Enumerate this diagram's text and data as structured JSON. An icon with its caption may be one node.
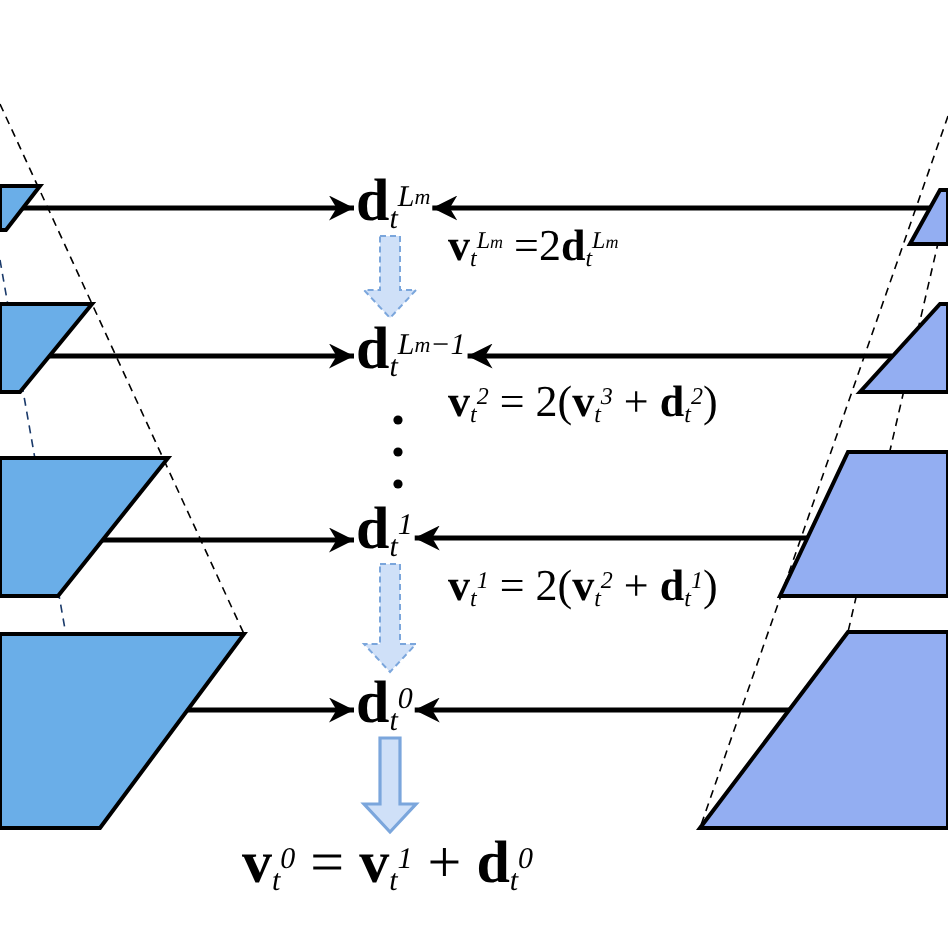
{
  "diagram": {
    "nodes": [
      {
        "text": [],
        "shape": "parallelogram"
      },
      {
        "text": [],
        "shape": "parallelogram"
      },
      {
        "text": [],
        "shape": "parallelogram"
      },
      {
        "text": [],
        "shape": "parallelogram"
      },
      {
        "text": [],
        "shape": "trapezoid"
      },
      {
        "text": [],
        "shape": "trapezoid"
      },
      {
        "text": [],
        "shape": "trapezoid"
      },
      {
        "text": [],
        "shape": "trapezoid"
      },
      {
        "text": [
          "**d**$_{t}$$^{L}$$_{m}$"
        ]
      },
      {
        "text": [
          "**d**$_{t}$$^{L}$$_{m}$$^{−1}$"
        ]
      },
      {
        "text": [
          "**d**$_{t}$$^{1}$"
        ]
      },
      {
        "text": [
          "**d**$_{t}$$^{0}$"
        ]
      },
      {
        "text": [
          "**v**$_{t}$$^{0}$ = **v**$_{t}$$^{1}$ + **d**$_{t}$$^{0}$"
        ]
      }
    ],
    "edges": [
      {
        "from": 0,
        "to": 8,
        "arrow": "to"
      },
      {
        "from": 4,
        "to": 8,
        "arrow": "to"
      },
      {
        "from": 1,
        "to": 9,
        "arrow": "to"
      },
      {
        "from": 5,
        "to": 9,
        "arrow": "to"
      },
      {
        "from": 2,
        "to": 10,
        "arrow": "to"
      },
      {
        "from": 6,
        "to": 10,
        "arrow": "to"
      },
      {
        "from": 3,
        "to": 11,
        "arrow": "to"
      },
      {
        "from": 7,
        "to": 11,
        "arrow": "to"
      },
      {
        "from": 8,
        "to": 9,
        "arrow": "to",
        "style": "dashed",
        "color": "#7ba6dc"
      },
      {
        "from": 10,
        "to": 11,
        "arrow": "to",
        "style": "dashed",
        "color": "#7ba6dc"
      },
      {
        "from": 11,
        "to": 12,
        "arrow": "to",
        "style": "thick",
        "color": "#7ba6dc"
      }
    ],
    "labels": [
      "**v**$_{t}$$^{L}$$_{m}$ =2**d**$_{t}$$^{L}$$_{m}$",
      "**v**$_{t}$$^{2}$ = 2(**v**$_{t}$$^{3}$ + **d**$_{t}$$^{2}$)",
      "**v**$_{t}$$^{1}$ = 2(**v**$_{t}$$^{2}$ + **d**$_{t}$$^{1}$)"
    ]
  }
}
